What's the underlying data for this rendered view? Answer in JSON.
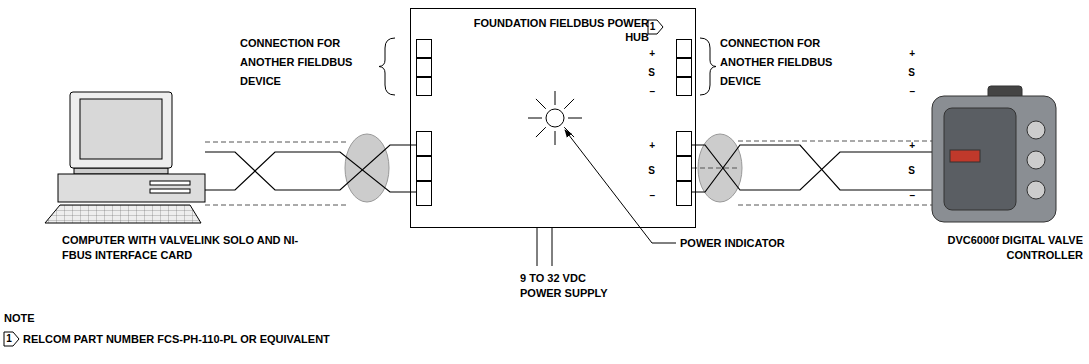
{
  "diagram": {
    "nodes": [
      {
        "text": [
          "FOUNDATION FIELDBUS POWER HUB"
        ]
      },
      {
        "text": [
          "+"
        ],
        "in": 0
      },
      {
        "text": [
          "S"
        ],
        "in": 0
      },
      {
        "text": [
          "–"
        ],
        "in": 0
      },
      {
        "text": [
          "+"
        ],
        "in": 0
      },
      {
        "text": [
          "S"
        ],
        "in": 0
      },
      {
        "text": [
          "–"
        ],
        "in": 0
      },
      {
        "text": [
          "+"
        ],
        "in": 0
      },
      {
        "text": [
          "S"
        ],
        "in": 0
      },
      {
        "text": [
          "–"
        ],
        "in": 0
      },
      {
        "text": [
          "+"
        ],
        "in": 0
      },
      {
        "text": [
          "S"
        ],
        "in": 0
      },
      {
        "text": [
          "–"
        ],
        "in": 0
      }
    ],
    "labels": [
      "CONNECTION FOR ANOTHER FIELDBUS DEVICE",
      "1",
      "CONNECTION FOR ANOTHER FIELDBUS DEVICE",
      "COMPUTER WITH VALVELINK SOLO AND NI-FBUS INTERFACE CARD",
      "DVC6000f DIGITAL VALVE CONTROLLER",
      "POWER INDICATOR",
      "9 TO 32 VDC POWER SUPPLY",
      "NOTE",
      "1",
      "RELCOM PART NUMBER FCS-PH-110-PL OR EQUIVALENT"
    ]
  }
}
